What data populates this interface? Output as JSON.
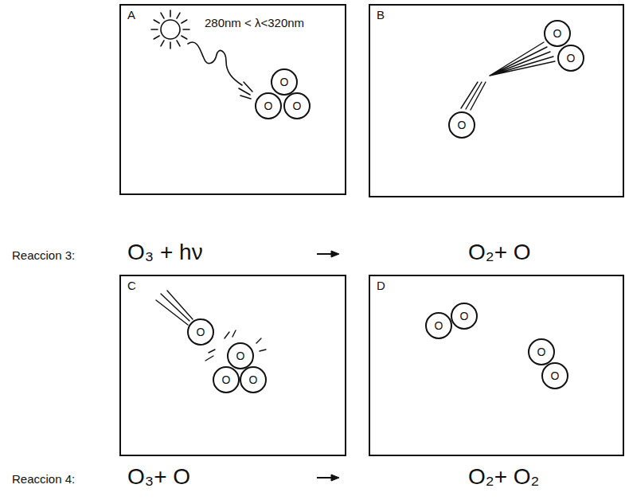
{
  "diagram": {
    "nodes": [
      {
        "text": [
          "A",
          "280nm < λ<320nm"
        ]
      },
      {
        "text": [
          "O"
        ],
        "in": 0
      },
      {
        "text": [
          "O"
        ],
        "in": 0
      },
      {
        "text": [
          "O"
        ],
        "in": 0
      },
      {
        "text": [
          "B"
        ]
      },
      {
        "text": [
          "O"
        ],
        "in": 4
      },
      {
        "text": [
          "O"
        ],
        "in": 4
      },
      {
        "text": [
          "O"
        ],
        "in": 4
      },
      {
        "text": [
          "C"
        ]
      },
      {
        "text": [
          "O"
        ],
        "in": 8
      },
      {
        "text": [
          "O"
        ],
        "in": 8
      },
      {
        "text": [
          "O"
        ],
        "in": 8
      },
      {
        "text": [
          "O"
        ],
        "in": 8
      },
      {
        "text": [
          "D"
        ]
      },
      {
        "text": [
          "O"
        ],
        "in": 13
      },
      {
        "text": [
          "O"
        ],
        "in": 13
      },
      {
        "text": [
          "O"
        ],
        "in": 13
      },
      {
        "text": [
          "O"
        ],
        "in": 13
      }
    ],
    "labels": [
      "Reaccion 3:",
      "O₃ + hν",
      "O₂+ O",
      "Reaccion 4:",
      "O₃+ O",
      "O₂+ O₂"
    ]
  }
}
